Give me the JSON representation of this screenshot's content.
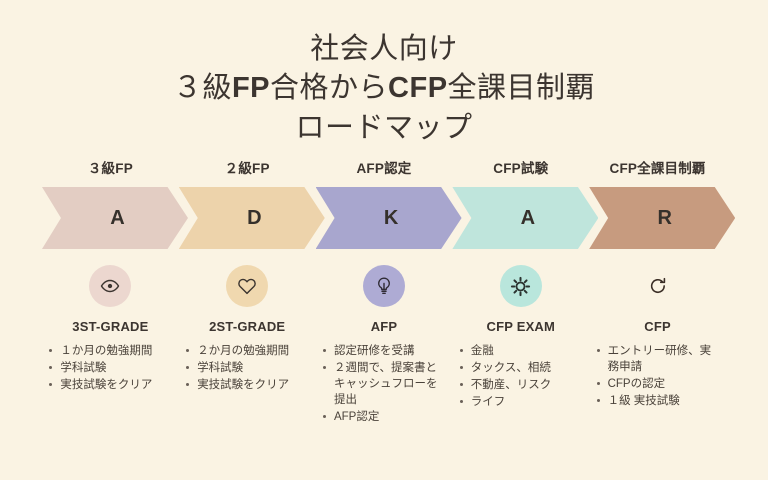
{
  "background_color": "#faf3e3",
  "title": {
    "line1": "社会人向け",
    "line2_part1": "３級",
    "line2_part2": "FP",
    "line2_part3": "合格から",
    "line2_part4": "CFP",
    "line2_part5": "全課目制覇",
    "line3": "ロードマップ"
  },
  "columns": [
    {
      "stage_label": "３級FP",
      "letter": "A",
      "chevron_color": "#e3cdc3",
      "circle_color": "#ecd7cf",
      "icon": "eye-icon",
      "icon_color": "#3c3530",
      "heading": "3ST-GRADE",
      "bullets": [
        "１か月の勉強期間",
        "学科試験",
        "実技試験をクリア"
      ]
    },
    {
      "stage_label": "２級FP",
      "letter": "D",
      "chevron_color": "#edd3ab",
      "circle_color": "#f0d8af",
      "icon": "heart-icon",
      "icon_color": "#3c3530",
      "heading": "2ST-GRADE",
      "bullets": [
        "２か月の勉強期間",
        "学科試験",
        "実技試験をクリア"
      ]
    },
    {
      "stage_label": "AFP認定",
      "letter": "K",
      "chevron_color": "#a8a6ce",
      "circle_color": "#aeabd4",
      "icon": "lightbulb-icon",
      "icon_color": "#2f2b34",
      "heading": "AFP",
      "bullets": [
        "認定研修を受講",
        "２週間で、提案書とキャッシュフローを提出",
        "AFP認定"
      ]
    },
    {
      "stage_label": "CFP試験",
      "letter": "A",
      "chevron_color": "#bfe5dc",
      "circle_color": "#b9e6dc",
      "icon": "gear-icon",
      "icon_color": "#2b3330",
      "heading": "CFP EXAM",
      "bullets": [
        "金融",
        "タックス、相続",
        "不動産、リスク",
        "ライフ"
      ]
    },
    {
      "stage_label": "CFP全課目制覇",
      "letter": "R",
      "chevron_color": "#c79b7f",
      "circle_color": "#cda храм88",
      "icon": "refresh-icon",
      "icon_color": "#3a2d25",
      "heading": "CFP",
      "bullets": [
        "エントリー研修、実務申請",
        "CFPの認定",
        "１級 実技試験"
      ]
    }
  ]
}
